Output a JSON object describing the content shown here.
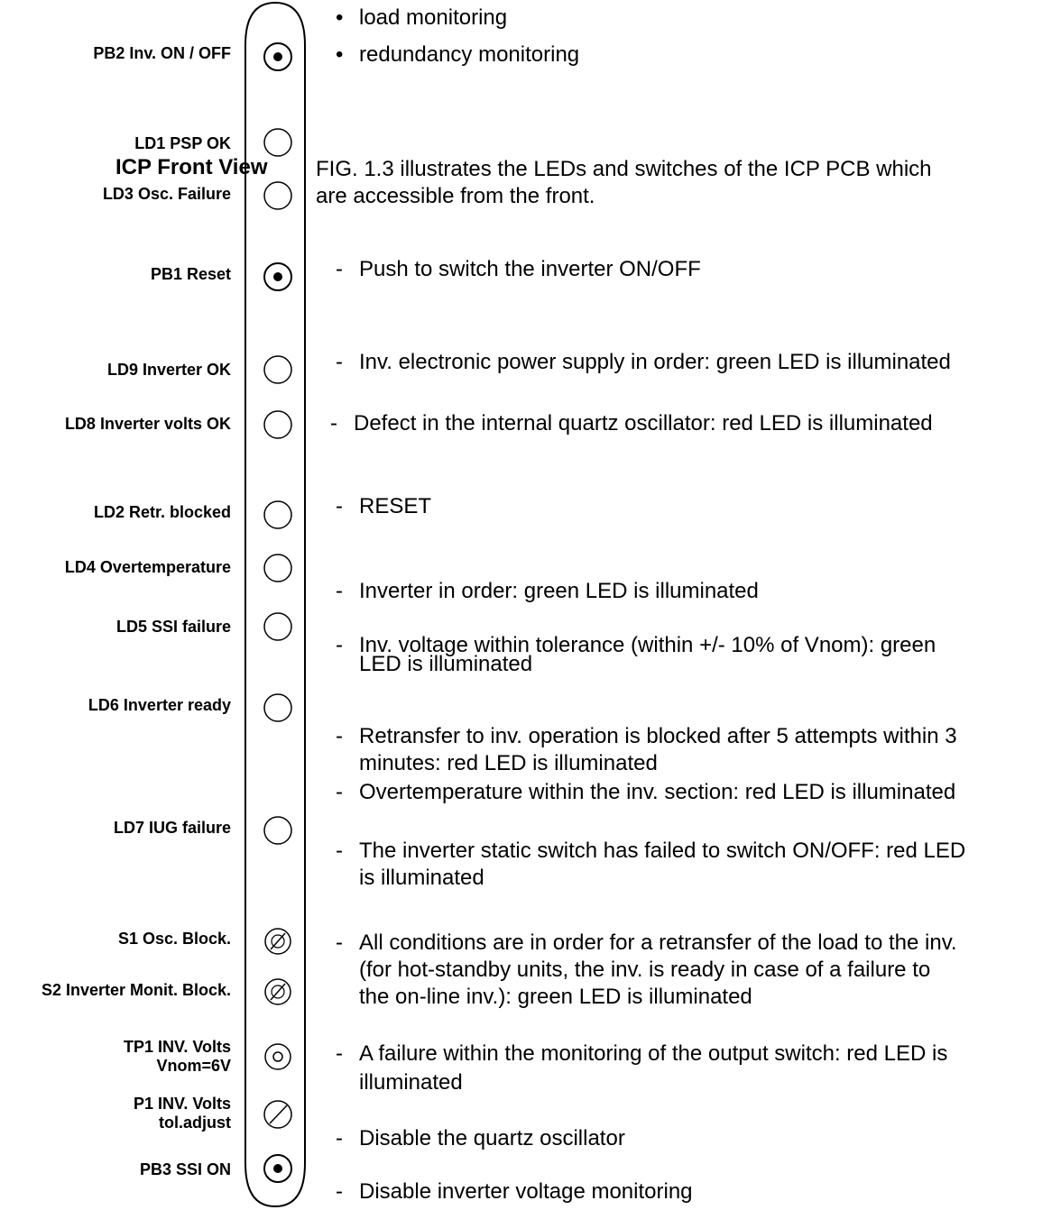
{
  "panel": {
    "title": "ICP Front View",
    "labels": {
      "pb2": "PB2  Inv. ON / OFF",
      "ld1": "LD1 PSP  OK",
      "ld3": "LD3 Osc. Failure",
      "pb1": "PB1 Reset",
      "ld9": "LD9 Inverter OK",
      "ld8": "LD8 Inverter volts OK",
      "ld2": "LD2 Retr. blocked",
      "ld4": "LD4 Overtemperature",
      "ld5": "LD5 SSI failure",
      "ld6": "LD6 Inverter ready",
      "ld7": "LD7 IUG failure",
      "s1": "S1 Osc. Block.",
      "s2": "S2 Inverter  Monit. Block.",
      "tp1_line1": "TP1 INV. Volts",
      "tp1_line2": "Vnom=6V",
      "p1_line1": "P1 INV. Volts",
      "p1_line2": "tol.adjust",
      "pb3": "PB3 SSI ON"
    }
  },
  "text": {
    "bullet1": "load monitoring",
    "bullet2": "redundancy monitoring",
    "intro_line1": "FIG. 1.3 illustrates the LEDs and switches of the ICP PCB which",
    "intro_line2": "are accessible from the front.",
    "d1": "Push to switch the inverter ON/OFF",
    "d2": "Inv. electronic power supply in order: green LED is illuminated",
    "d3": "Defect in the internal quartz oscillator: red LED is illuminated",
    "d4": "RESET",
    "d5": "Inverter in order: green LED is illuminated",
    "d6_line1": "Inv. voltage within tolerance (within +/- 10% of Vnom): green",
    "d6_line2": "LED is illuminated",
    "d7_line1": "Retransfer to inv. operation is blocked after 5 attempts within 3",
    "d7_line2": "minutes: red LED is illuminated",
    "d8": "Overtemperature within the inv. section: red LED is illuminated",
    "d9_line1": "The inverter static switch has failed to switch ON/OFF: red LED",
    "d9_line2": "is illuminated",
    "d10_line1": "All conditions are in order for a retransfer of the load to the inv.",
    "d10_line2": "(for hot-standby units, the inv. is ready in case of a failure to",
    "d10_line3": "the on-line inv.): green LED is illuminated",
    "d11_line1": "A failure within the monitoring of the output switch: red LED is",
    "d11_line2": "illuminated",
    "d12": "Disable the quartz oscillator",
    "d13": "Disable inverter voltage monitoring"
  }
}
